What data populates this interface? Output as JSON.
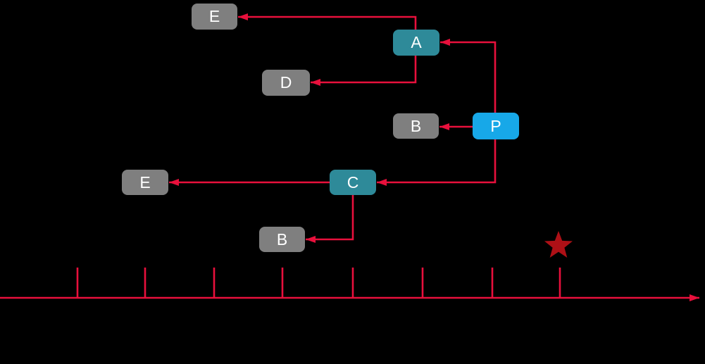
{
  "diagram": {
    "nodes": [
      {
        "id": "E1",
        "label": "E",
        "color_role": "gray"
      },
      {
        "id": "A",
        "label": "A",
        "color_role": "teal"
      },
      {
        "id": "D",
        "label": "D",
        "color_role": "gray"
      },
      {
        "id": "B1",
        "label": "B",
        "color_role": "gray"
      },
      {
        "id": "P",
        "label": "P",
        "color_role": "azure"
      },
      {
        "id": "E2",
        "label": "E",
        "color_role": "gray"
      },
      {
        "id": "C",
        "label": "C",
        "color_role": "teal"
      },
      {
        "id": "B2",
        "label": "B",
        "color_role": "gray"
      }
    ],
    "edges": [
      {
        "from": "P",
        "to": "A"
      },
      {
        "from": "A",
        "to": "E1"
      },
      {
        "from": "A",
        "to": "D"
      },
      {
        "from": "P",
        "to": "B1"
      },
      {
        "from": "P",
        "to": "C"
      },
      {
        "from": "C",
        "to": "E2"
      },
      {
        "from": "C",
        "to": "B2"
      }
    ],
    "timeline": {
      "tick_count": 8,
      "direction": "right",
      "star_above_tick": 8
    }
  },
  "colors": {
    "background": "#000000",
    "node-gray": "#7f7f7f",
    "node-teal": "#2e8a99",
    "node-azure": "#17a8e8",
    "arrow-red": "#e8103c",
    "star-red": "#ae1016",
    "node-text": "#ffffff"
  }
}
